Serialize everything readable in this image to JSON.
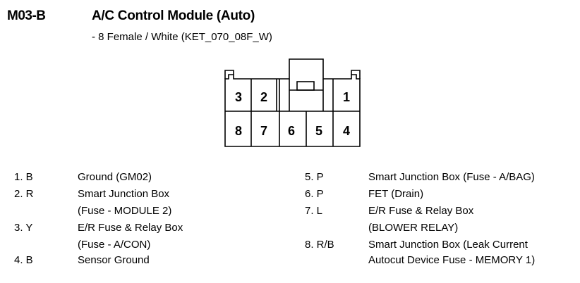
{
  "header": {
    "code": "M03-B",
    "title": "A/C Control Module (Auto)",
    "subtitle": "- 8 Female / White (KET_070_08F_W)"
  },
  "connector": {
    "pins_top": [
      "3",
      "2",
      "1"
    ],
    "pins_bottom": [
      "8",
      "7",
      "6",
      "5",
      "4"
    ]
  },
  "pins": [
    {
      "num": "1. B",
      "desc": [
        "Ground (GM02)"
      ]
    },
    {
      "num": "2. R",
      "desc": [
        "Smart Junction Box",
        "(Fuse - MODULE 2)"
      ]
    },
    {
      "num": "3. Y",
      "desc": [
        "E/R Fuse & Relay Box",
        "(Fuse - A/CON)"
      ]
    },
    {
      "num": "4. B",
      "desc": [
        "Sensor Ground"
      ]
    },
    {
      "num": "5. P",
      "desc": [
        "Smart Junction Box (Fuse - A/BAG)"
      ]
    },
    {
      "num": "6. P",
      "desc": [
        "FET (Drain)"
      ]
    },
    {
      "num": "7. L",
      "desc": [
        "E/R Fuse & Relay Box",
        "(BLOWER RELAY)"
      ]
    },
    {
      "num": "8. R/B",
      "desc": [
        "Smart Junction Box (Leak Current",
        "Autocut Device Fuse - MEMORY 1)"
      ]
    }
  ]
}
